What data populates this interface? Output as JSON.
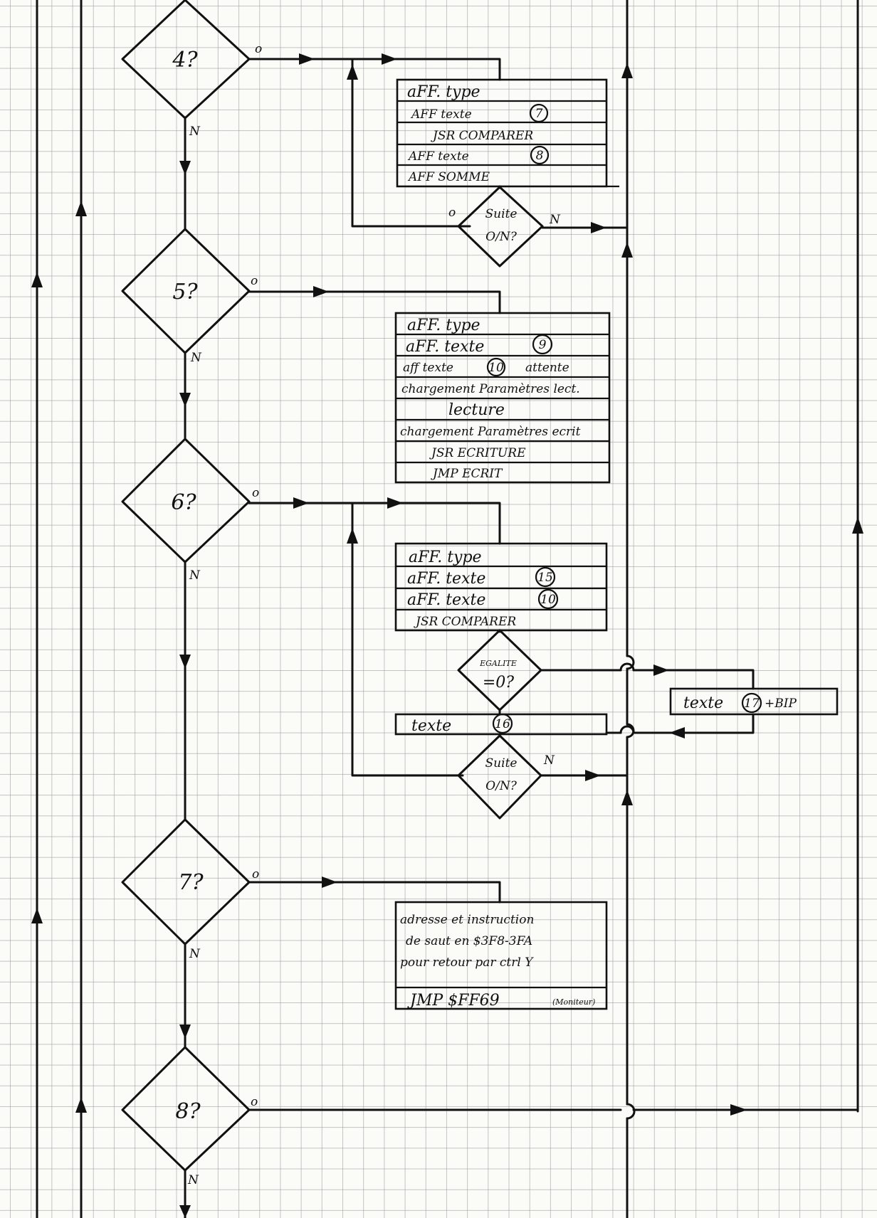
{
  "decisions": [
    {
      "text": "4?",
      "yes": "o",
      "no": "N"
    },
    {
      "text": "5?",
      "yes": "o",
      "no": "N"
    },
    {
      "text": "6?",
      "yes": "o",
      "no": "N"
    },
    {
      "text": "7?",
      "yes": "o",
      "no": "N"
    },
    {
      "text": "8?",
      "yes": "o",
      "no": "N"
    }
  ],
  "block4": {
    "rows": [
      "aFF. type",
      "AFF  texte",
      "JSR   COMPARER",
      "AFF   texte",
      "AFF   SOMME"
    ],
    "circled": [
      "7",
      "8"
    ],
    "suite": {
      "line1": "Suite",
      "line2": "O/N?",
      "yes": "o",
      "no": "N"
    }
  },
  "block5": {
    "rows": [
      "aFF.  type",
      "aFF.   texte",
      "aff texte",
      "attente",
      "chargement Paramètres lect.",
      "lecture",
      "chargement Paramètres ecrit",
      "JSR ECRITURE",
      "JMP   ECRIT"
    ],
    "circled": [
      "9",
      "10"
    ]
  },
  "block6": {
    "rows": [
      "aFF. type",
      "aFF.  texte",
      "aFF.  texte",
      "JSR   COMPARER"
    ],
    "circled": [
      "15",
      "10"
    ],
    "equal": {
      "line1": "EGALITE",
      "line2": "=0?"
    },
    "texte16": {
      "text": "texte",
      "num": "16"
    },
    "texte17": {
      "text": "texte",
      "num": "17",
      "suffix": "+BIP"
    },
    "suite": {
      "line1": "Suite",
      "line2": "O/N?",
      "no": "N"
    }
  },
  "block7": {
    "lines": [
      "adresse et instruction",
      "de saut en $3F8-3FA",
      "pour retour par ctrl Y"
    ],
    "jmp": "JMP  $FF69",
    "jmp_note": "(Moniteur)"
  }
}
